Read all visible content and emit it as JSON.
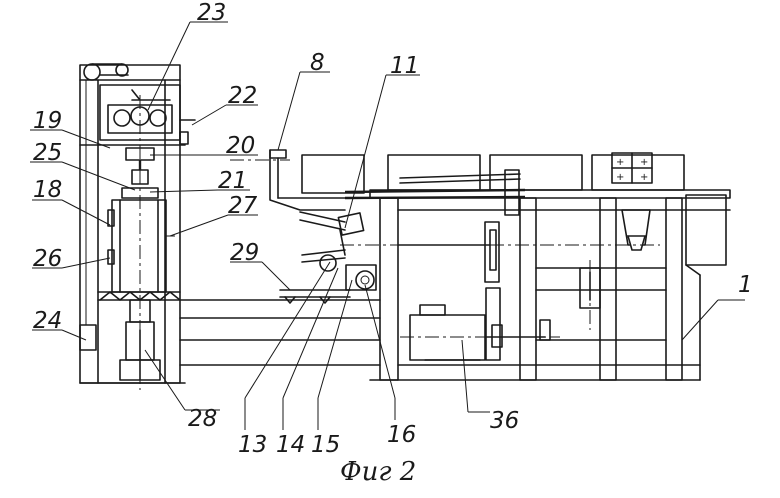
{
  "labels": {
    "l23": "23",
    "l22": "22",
    "l19": "19",
    "l20": "20",
    "l25": "25",
    "l21": "21",
    "l18": "18",
    "l27": "27",
    "l26": "26",
    "l24": "24",
    "l28": "28",
    "l8": "8",
    "l11": "11",
    "l29": "29",
    "l1": "1",
    "l13": "13",
    "l14": "14",
    "l15": "15",
    "l16": "16",
    "l36": "36"
  },
  "caption": "Фиг 2"
}
